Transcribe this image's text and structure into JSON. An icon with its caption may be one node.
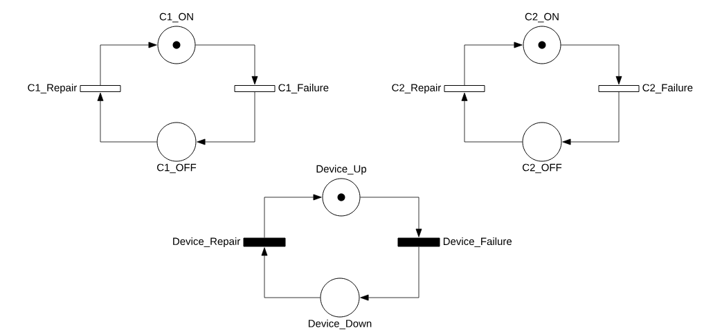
{
  "diagram": {
    "nodes": [
      {
        "text": [
          "C1_ON"
        ]
      },
      {
        "text": [
          "C1_Repair"
        ]
      },
      {
        "text": [
          "C1_Failure"
        ]
      },
      {
        "text": [
          "C1_OFF"
        ]
      },
      {
        "text": [
          "C2_ON"
        ]
      },
      {
        "text": [
          "C2_Repair"
        ]
      },
      {
        "text": [
          "C2_Failure"
        ]
      },
      {
        "text": [
          "C2_OFF"
        ]
      },
      {
        "text": [
          "Device_Up"
        ]
      },
      {
        "text": [
          "Device_Repair"
        ]
      },
      {
        "text": [
          "Device_Failure"
        ]
      },
      {
        "text": [
          "Device_Down"
        ]
      }
    ],
    "edges": [
      {
        "from": 0,
        "to": 2,
        "arrow": "to"
      },
      {
        "from": 2,
        "to": 3,
        "arrow": "to"
      },
      {
        "from": 3,
        "to": 1,
        "arrow": "to"
      },
      {
        "from": 1,
        "to": 0,
        "arrow": "to"
      },
      {
        "from": 4,
        "to": 6,
        "arrow": "to"
      },
      {
        "from": 6,
        "to": 7,
        "arrow": "to"
      },
      {
        "from": 7,
        "to": 5,
        "arrow": "to"
      },
      {
        "from": 5,
        "to": 4,
        "arrow": "to"
      },
      {
        "from": 8,
        "to": 10,
        "arrow": "to"
      },
      {
        "from": 10,
        "to": 11,
        "arrow": "to"
      },
      {
        "from": 11,
        "to": 9,
        "arrow": "to"
      },
      {
        "from": 9,
        "to": 8,
        "arrow": "to"
      }
    ]
  }
}
